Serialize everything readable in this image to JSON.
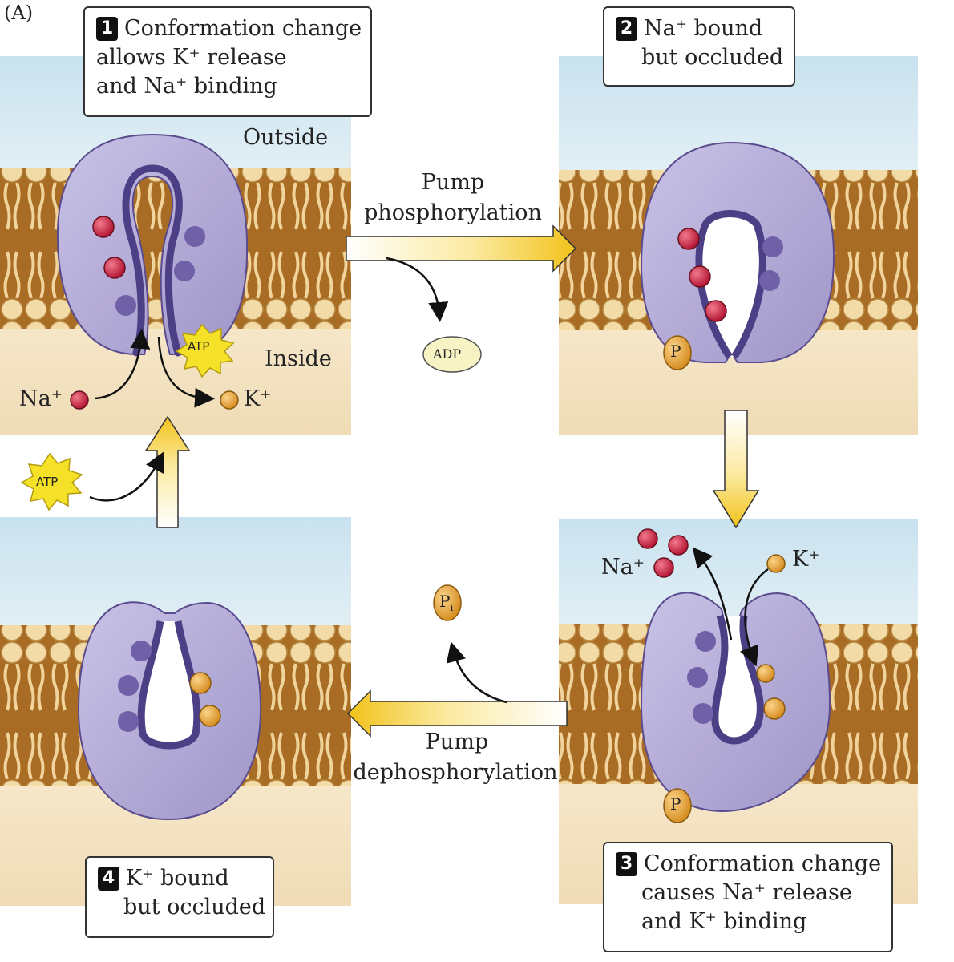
{
  "panel_tag": "(A)",
  "steps": [
    {
      "number": "1",
      "lines": [
        "Conformation change",
        "allows K⁺ release",
        "and Na⁺ binding"
      ]
    },
    {
      "number": "2",
      "lines": [
        "Na⁺ bound",
        "but occluded"
      ]
    },
    {
      "number": "3",
      "lines": [
        "Conformation change",
        "causes Na⁺ release",
        "and K⁺ binding"
      ]
    },
    {
      "number": "4",
      "lines": [
        "K⁺ bound",
        "but occluded"
      ]
    }
  ],
  "labels": {
    "outside": "Outside",
    "inside": "Inside",
    "na_ion": "Na⁺",
    "k_ion": "K⁺",
    "atp": "ATP",
    "adp": "ADP",
    "phosphate": "P",
    "inorganic_phosphate": "P",
    "inorganic_subscript": "i"
  },
  "transitions": {
    "phosphorylation": [
      "Pump",
      "phosphorylation"
    ],
    "dephosphorylation": [
      "Pump",
      "dephosphorylation"
    ]
  },
  "colors": {
    "outside": "#d3e7f1",
    "inside": "#f4e6cc",
    "lipid_head": "#f3dba8",
    "lipid_tail": "#c89a4a",
    "lipid_band": "#a06a22",
    "protein": "#b4abd4",
    "protein_edge": "#5a4b8f",
    "na_ion": "#c8183a",
    "k_ion": "#e8a93a",
    "atp_star": "#f5e228",
    "arrow_yellow": "#f3c820"
  }
}
